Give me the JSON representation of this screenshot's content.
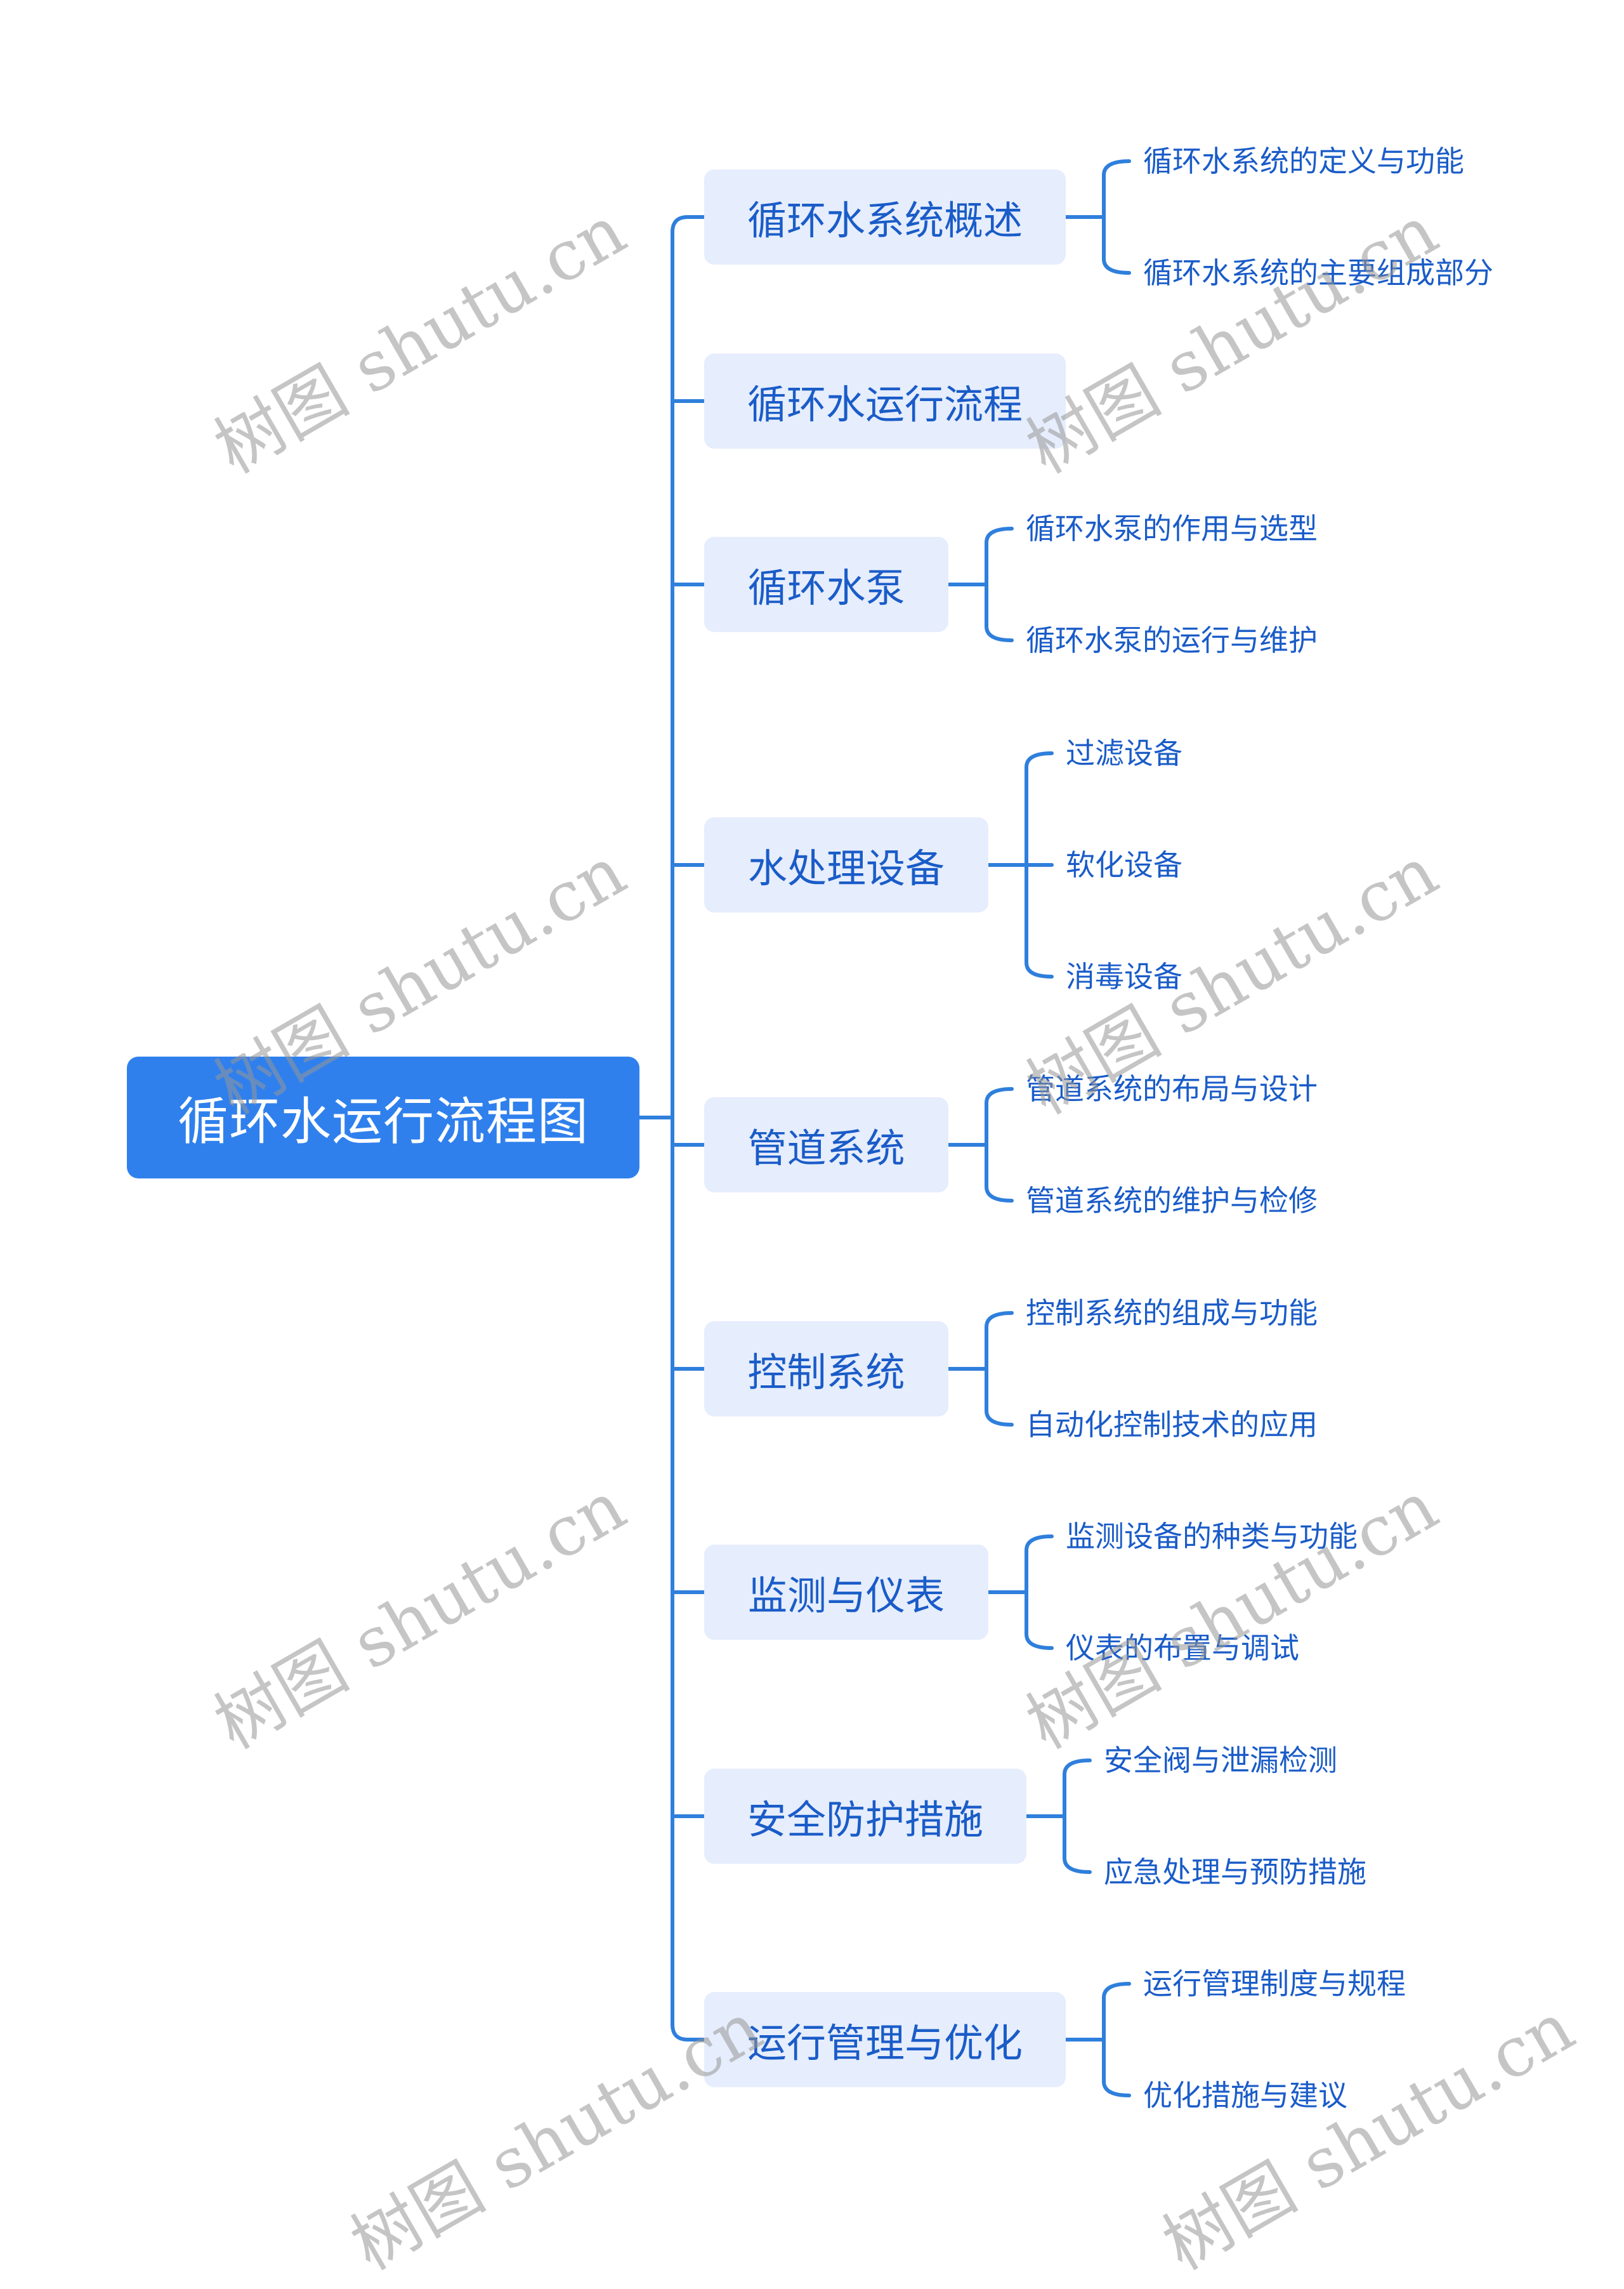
{
  "root": {
    "label": "循环水运行流程图"
  },
  "topics": [
    {
      "label": "循环水系统概述",
      "subs": [
        "循环水系统的定义与功能",
        "循环水系统的主要组成部分"
      ]
    },
    {
      "label": "循环水运行流程",
      "subs": []
    },
    {
      "label": "循环水泵",
      "subs": [
        "循环水泵的作用与选型",
        "循环水泵的运行与维护"
      ]
    },
    {
      "label": "水处理设备",
      "subs": [
        "过滤设备",
        "软化设备",
        "消毒设备"
      ]
    },
    {
      "label": "管道系统",
      "subs": [
        "管道系统的布局与设计",
        "管道系统的维护与检修"
      ]
    },
    {
      "label": "控制系统",
      "subs": [
        "控制系统的组成与功能",
        "自动化控制技术的应用"
      ]
    },
    {
      "label": "监测与仪表",
      "subs": [
        "监测设备的种类与功能",
        "仪表的布置与调试"
      ]
    },
    {
      "label": "安全防护措施",
      "subs": [
        "安全阀与泄漏检测",
        "应急处理与预防措施"
      ]
    },
    {
      "label": "运行管理与优化",
      "subs": [
        "运行管理制度与规程",
        "优化措施与建议"
      ]
    }
  ],
  "watermark": {
    "text": "树图 shutu.cn"
  },
  "colors": {
    "root_bg": "#2f80ed",
    "topic_bg": "#e6edfc",
    "text": "#1a5cc8",
    "line": "#2f7fdc"
  }
}
